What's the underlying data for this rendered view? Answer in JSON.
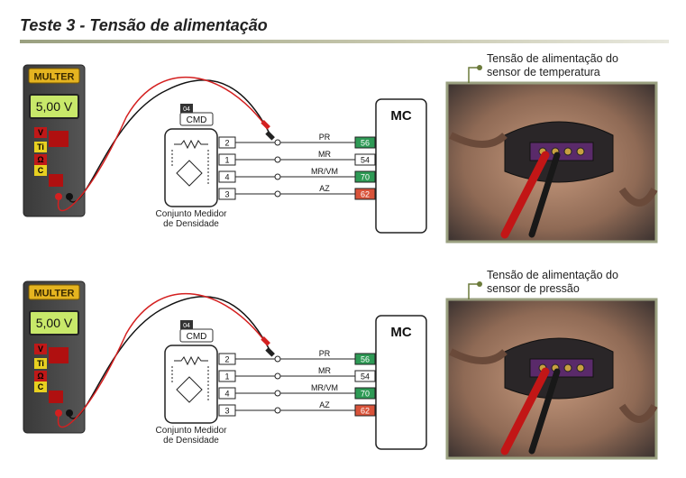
{
  "title": "Teste 3 - Tensão de alimentação",
  "multimeter": {
    "brand": "MULTER",
    "reading": "5,00 V",
    "keys": [
      "V",
      "Ti",
      "Ω",
      "C"
    ]
  },
  "connector": {
    "code": "04",
    "name": "CMD",
    "pins": [
      "2",
      "1",
      "4",
      "3"
    ]
  },
  "sensor_label": [
    "Conjunto Medidor",
    "de Densidade"
  ],
  "wires": [
    {
      "color_code": "PR",
      "module_pin": "56",
      "pin_color": "#2e9a55"
    },
    {
      "color_code": "MR",
      "module_pin": "54",
      "pin_color": "#ffffff"
    },
    {
      "color_code": "MR/VM",
      "module_pin": "70",
      "pin_color": "#2e9a55"
    },
    {
      "color_code": "AZ",
      "module_pin": "62",
      "pin_color": "#d9533a"
    }
  ],
  "module": {
    "label": "MC"
  },
  "panels": [
    {
      "caption": [
        "Tensão de alimentação do",
        "sensor de temperatura"
      ]
    },
    {
      "caption": [
        "Tensão de alimentação do",
        "sensor de pressão"
      ]
    }
  ],
  "colors": {
    "accent": "#6b7a3a",
    "lead_red": "#d42020",
    "lead_black": "#111111",
    "display_green": "#c8e86a"
  }
}
